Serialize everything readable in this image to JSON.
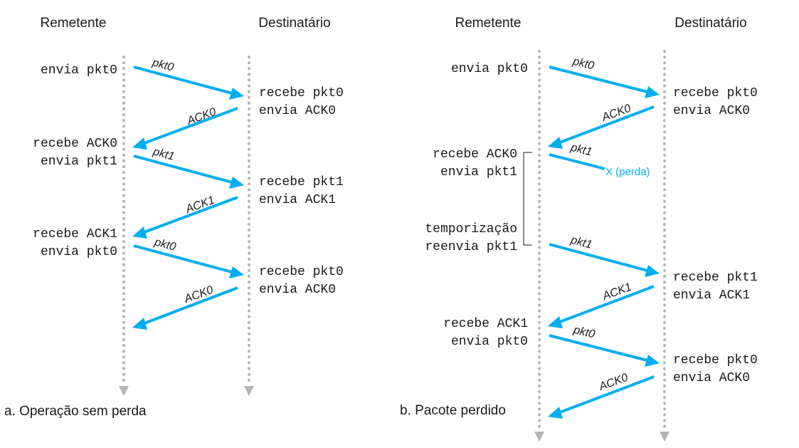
{
  "panel_a": {
    "sender_header": "Remetente",
    "receiver_header": "Destinatário",
    "caption": "a. Operação sem perda",
    "sender_events": [
      "envia pkt0",
      "recebe ACK0",
      "envia pkt1",
      "recebe ACK1",
      "envia pkt0"
    ],
    "receiver_events": [
      "recebe pkt0",
      "envia ACK0",
      "recebe pkt1",
      "envia ACK1",
      "recebe pkt0",
      "envia ACK0"
    ],
    "messages": [
      "pkt0",
      "ACK0",
      "pkt1",
      "ACK1",
      "pkt0",
      "ACK0"
    ]
  },
  "panel_b": {
    "sender_header": "Remetente",
    "receiver_header": "Destinatário",
    "caption": "b. Pacote perdido",
    "sender_events": [
      "envia pkt0",
      "recebe ACK0",
      "envia pkt1",
      "temporização",
      "reenvia pkt1",
      "recebe ACK1",
      "envia pkt0"
    ],
    "receiver_events": [
      "recebe pkt0",
      "envia ACK0",
      "recebe pkt1",
      "envia ACK1",
      "recebe pkt0",
      "envia ACK0"
    ],
    "messages": [
      "pkt0",
      "ACK0",
      "pkt1",
      "pkt1",
      "ACK1",
      "pkt0",
      "ACK0"
    ],
    "loss_label": "X (perda)"
  },
  "colors": {
    "arrow": "#00aeef",
    "timeline": "#b5b5b5",
    "text": "#1a1a1a"
  }
}
